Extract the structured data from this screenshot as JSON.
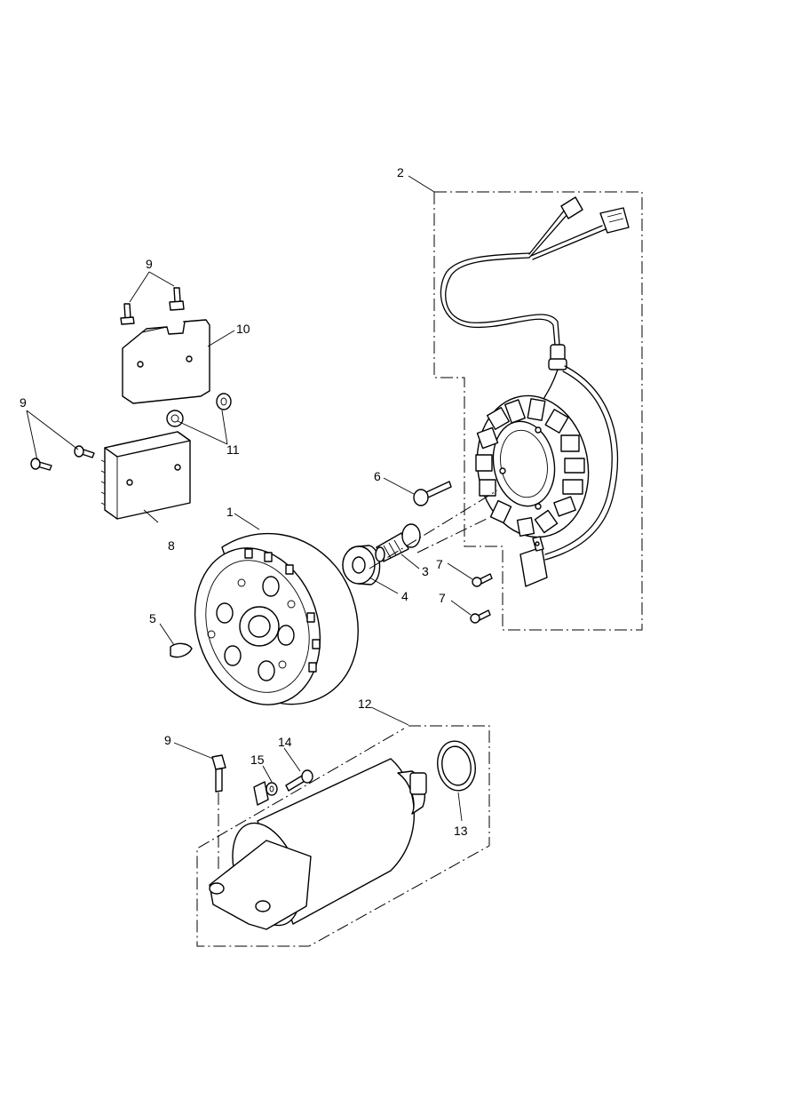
{
  "callouts": {
    "c1": "1",
    "c2": "2",
    "c3": "3",
    "c4": "4",
    "c5": "5",
    "c6": "6",
    "c7a": "7",
    "c7b": "7",
    "c8": "8",
    "c9a": "9",
    "c9b": "9",
    "c9c": "9",
    "c10": "10",
    "c11": "11",
    "c12": "12",
    "c13": "13",
    "c14": "14",
    "c15": "15"
  }
}
